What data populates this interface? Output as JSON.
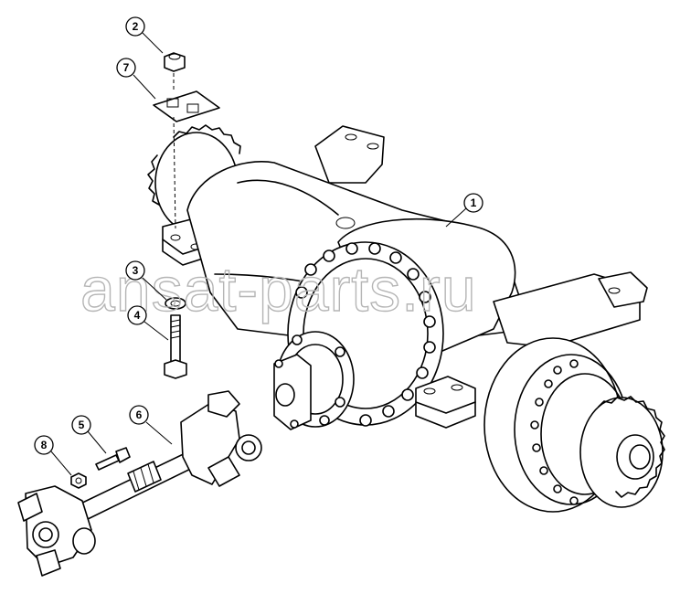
{
  "watermark": "ansat-parts.ru",
  "callouts": [
    {
      "label": "1"
    },
    {
      "label": "2"
    },
    {
      "label": "3"
    },
    {
      "label": "4"
    },
    {
      "label": "5"
    },
    {
      "label": "6"
    },
    {
      "label": "7"
    },
    {
      "label": "8"
    }
  ]
}
